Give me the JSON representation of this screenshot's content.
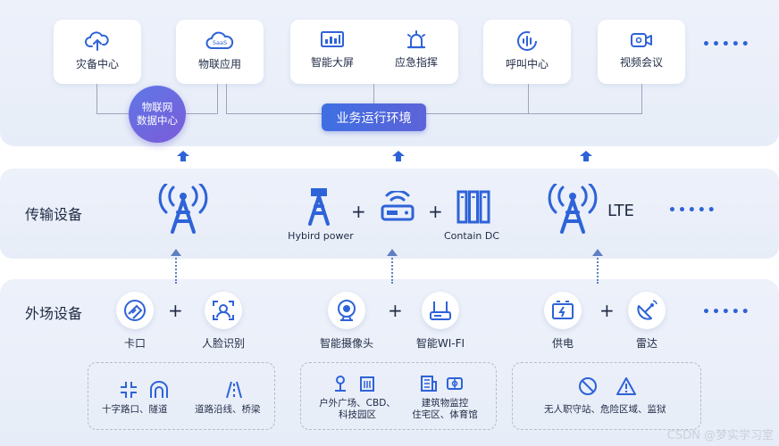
{
  "top": {
    "cards": [
      {
        "label": "灾备中心",
        "icon": "cloud-upload-icon"
      },
      {
        "label": "物联应用",
        "icon": "saas-cloud-icon"
      },
      {
        "label": "智能大屏",
        "icon": "dashboard-screen-icon"
      },
      {
        "label": "应急指挥",
        "icon": "alarm-siren-icon"
      },
      {
        "label": "呼叫中心",
        "icon": "call-center-icon"
      },
      {
        "label": "视频会议",
        "icon": "video-camera-icon"
      }
    ],
    "saas_text": "SaaS",
    "iot_center": "物联网\n数据中心",
    "iot_center_line1": "物联网",
    "iot_center_line2": "数据中心",
    "business_env": "业务运行环境",
    "more": "•••••"
  },
  "transmission": {
    "title": "传输设备",
    "hybird_label": "Hybird power",
    "contain_label": "Contain DC",
    "lte_label": "LTE",
    "more": "•••••"
  },
  "field": {
    "title": "外场设备",
    "items": [
      {
        "label": "卡口",
        "icon": "checkpoint-icon"
      },
      {
        "label": "人脸识别",
        "icon": "face-recognition-icon"
      },
      {
        "label": "智能摄像头",
        "icon": "smart-camera-icon"
      },
      {
        "label": "智能WI-FI",
        "icon": "wifi-router-icon"
      },
      {
        "label": "供电",
        "icon": "battery-icon"
      },
      {
        "label": "雷达",
        "icon": "radar-dish-icon"
      }
    ],
    "more": "•••••",
    "scenes": {
      "box1": {
        "a": "十字路口、隧道",
        "b": "道路沿线、桥梁"
      },
      "box2": {
        "a1": "户外广场、CBD、",
        "a2": "科技园区",
        "b1": "建筑物监控",
        "b2": "住宅区、体育馆"
      },
      "box3": {
        "a": "无人职守站、危险区域、监狱"
      }
    }
  },
  "watermark": "CSDN @梦实学习室",
  "colors": {
    "accent": "#2e63d8",
    "band": "#e9eef8",
    "env_box": "#3b6ee0"
  }
}
